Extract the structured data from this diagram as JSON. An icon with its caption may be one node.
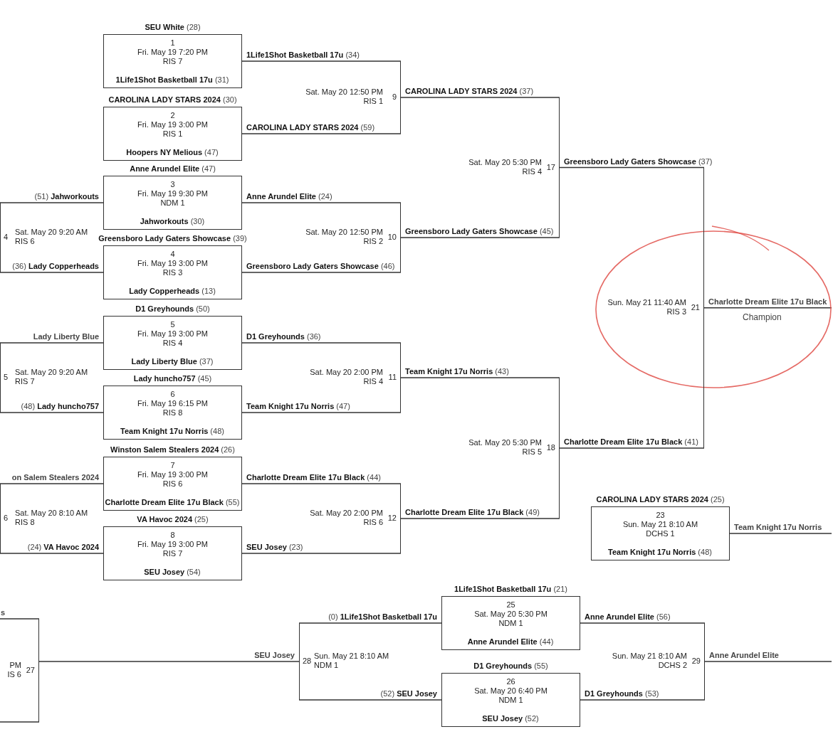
{
  "diagram": {
    "nodes": [
      {
        "text": [
          "**SEU White** (28)",
          "1",
          "Fri. May 19 7:20 PM",
          "RIS 7",
          "**1Life1Shot Basketball 17u** (31)"
        ]
      },
      {
        "text": [
          "**CAROLINA LADY STARS 2024** (30)",
          "2",
          "Fri. May 19 3:00 PM",
          "RIS 1",
          "**Hoopers NY Melious** (47)"
        ]
      },
      {
        "text": [
          "Sat. May 20 12:50 PM",
          "RIS 1",
          "9"
        ]
      },
      {
        "text": [
          "**Anne Arundel Elite** (47)",
          "3",
          "Fri. May 19 9:30 PM",
          "NDM 1",
          "**Jahworkouts** (30)"
        ]
      },
      {
        "text": [
          "4",
          "Sat. May 20 9:20 AM",
          "RIS 6"
        ]
      },
      {
        "text": [
          "**Greensboro Lady Gaters Showcase** (39)",
          "4",
          "Fri. May 19 3:00 PM",
          "RIS 3",
          "**Lady Copperheads** (13)"
        ]
      },
      {
        "text": [
          "Sat. May 20 12:50 PM",
          "RIS 2",
          "10"
        ]
      },
      {
        "text": [
          "Sat. May 20 5:30 PM",
          "RIS 4",
          "17"
        ]
      },
      {
        "text": [
          "**D1 Greyhounds** (50)",
          "5",
          "Fri. May 19 3:00 PM",
          "RIS 4",
          "**Lady Liberty Blue** (37)"
        ]
      },
      {
        "text": [
          "5",
          "Sat. May 20 9:20 AM",
          "RIS 7"
        ]
      },
      {
        "text": [
          "**Lady huncho757** (45)",
          "6",
          "Fri. May 19 6:15 PM",
          "RIS 8",
          "**Team Knight 17u Norris** (48)"
        ]
      },
      {
        "text": [
          "Sat. May 20 2:00 PM",
          "RIS 4",
          "11"
        ]
      },
      {
        "text": [
          "Sun. May 21 11:40 AM",
          "RIS 3",
          "21"
        ]
      },
      {
        "text": [
          "**Winston Salem Stealers 2024** (26)",
          "7",
          "Fri. May 19 3:00 PM",
          "RIS 6",
          "**Charlotte Dream Elite 17u Black** (55)"
        ]
      },
      {
        "text": [
          "6",
          "Sat. May 20 8:10 AM",
          "RIS 8"
        ]
      },
      {
        "text": [
          "**VA Havoc 2024** (25)",
          "8",
          "Fri. May 19 3:00 PM",
          "RIS 7",
          "**SEU Josey** (54)"
        ]
      },
      {
        "text": [
          "Sat. May 20 2:00 PM",
          "RIS 6",
          "12"
        ]
      },
      {
        "text": [
          "Sat. May 20 5:30 PM",
          "RIS 5",
          "18"
        ]
      },
      {
        "text": [
          "**CAROLINA LADY STARS 2024** (25)",
          "23",
          "Sun. May 21 8:10 AM",
          "DCHS 1",
          "**Team Knight 17u Norris** (48)"
        ]
      },
      {
        "text": [
          "**1Life1Shot Basketball 17u** (21)",
          "25",
          "Sat. May 20 5:30 PM",
          "NDM 1",
          "**Anne Arundel Elite** (44)"
        ]
      },
      {
        "text": [
          "PM",
          "IS 6",
          "27"
        ]
      },
      {
        "text": [
          "28",
          "Sun. May 21 8:10 AM",
          "NDM 1"
        ]
      },
      {
        "text": [
          "Sun. May 21 8:10 AM",
          "DCHS 2",
          "29"
        ]
      },
      {
        "text": [
          "**D1 Greyhounds** (55)",
          "26",
          "Sat. May 20 6:40 PM",
          "NDM 1",
          "**SEU Josey** (52)"
        ]
      }
    ],
    "edges": [
      {
        "from": 0,
        "to": 2,
        "arrow": "none",
        "label": "**1Life1Shot Basketball 17u** (34)"
      },
      {
        "from": 1,
        "to": 2,
        "arrow": "none",
        "label": "**CAROLINA LADY STARS 2024** (59)"
      },
      {
        "from": 3,
        "to": 4,
        "arrow": "none",
        "label": "(51) **Jahworkouts**"
      },
      {
        "from": 3,
        "to": 6,
        "arrow": "none",
        "label": "**Anne Arundel Elite** (24)"
      },
      {
        "from": 5,
        "to": 4,
        "arrow": "none",
        "label": "(36) **Lady Copperheads**"
      },
      {
        "from": 5,
        "to": 6,
        "arrow": "none",
        "label": "**Greensboro Lady Gaters Showcase** (46)"
      },
      {
        "from": 2,
        "to": 7,
        "arrow": "none",
        "label": "**CAROLINA LADY STARS 2024** (37)"
      },
      {
        "from": 6,
        "to": 7,
        "arrow": "none",
        "label": "**Greensboro Lady Gaters Showcase** (45)"
      },
      {
        "from": 7,
        "to": 12,
        "arrow": "none",
        "label": "**Greensboro Lady Gaters Showcase** (37)"
      },
      {
        "from": 8,
        "to": 9,
        "arrow": "none",
        "label": "Lady Liberty Blue"
      },
      {
        "from": 8,
        "to": 11,
        "arrow": "none",
        "label": "**D1 Greyhounds** (36)"
      },
      {
        "from": 10,
        "to": 9,
        "arrow": "none",
        "label": "(48) **Lady huncho757**"
      },
      {
        "from": 10,
        "to": 11,
        "arrow": "none",
        "label": "**Team Knight 17u Norris** (47)"
      },
      {
        "from": 11,
        "to": 17,
        "arrow": "none",
        "label": "**Team Knight 17u Norris** (43)"
      },
      {
        "from": 13,
        "to": 14,
        "arrow": "none",
        "label": "on Salem Stealers 2024"
      },
      {
        "from": 13,
        "to": 16,
        "arrow": "none",
        "label": "**Charlotte Dream Elite 17u Black** (44)"
      },
      {
        "from": 15,
        "to": 14,
        "arrow": "none",
        "label": "(24) **VA Havoc 2024**"
      },
      {
        "from": 15,
        "to": 16,
        "arrow": "none",
        "label": "**SEU Josey** (23)"
      },
      {
        "from": 16,
        "to": 17,
        "arrow": "none",
        "label": "**Charlotte Dream Elite 17u Black** (49)"
      },
      {
        "from": 17,
        "to": 12,
        "arrow": "none",
        "label": "**Charlotte Dream Elite 17u Black** (41)"
      },
      {
        "from": 12,
        "to": null,
        "arrow": "none",
        "label": "Charlotte Dream Elite 17u Black"
      },
      {
        "from": 18,
        "to": null,
        "arrow": "none",
        "label": "Team Knight 17u Norris"
      },
      {
        "from": null,
        "to": 20,
        "arrow": "none",
        "label": "s"
      },
      {
        "from": null,
        "to": 20,
        "arrow": "none"
      },
      {
        "from": 19,
        "to": 21,
        "arrow": "none",
        "label": "(0) **1Life1Shot Basketball 17u**"
      },
      {
        "from": 19,
        "to": 22,
        "arrow": "none",
        "label": "**Anne Arundel Elite** (56)"
      },
      {
        "from": 21,
        "to": 20,
        "arrow": "none",
        "label": "SEU Josey"
      },
      {
        "from": 22,
        "to": null,
        "arrow": "none",
        "label": "Anne Arundel Elite"
      },
      {
        "from": 23,
        "to": 21,
        "arrow": "none",
        "label": "(52) **SEU Josey**"
      },
      {
        "from": 23,
        "to": 22,
        "arrow": "none",
        "label": "**D1 Greyhounds** (53)"
      }
    ],
    "labels": [
      "Champion"
    ]
  }
}
